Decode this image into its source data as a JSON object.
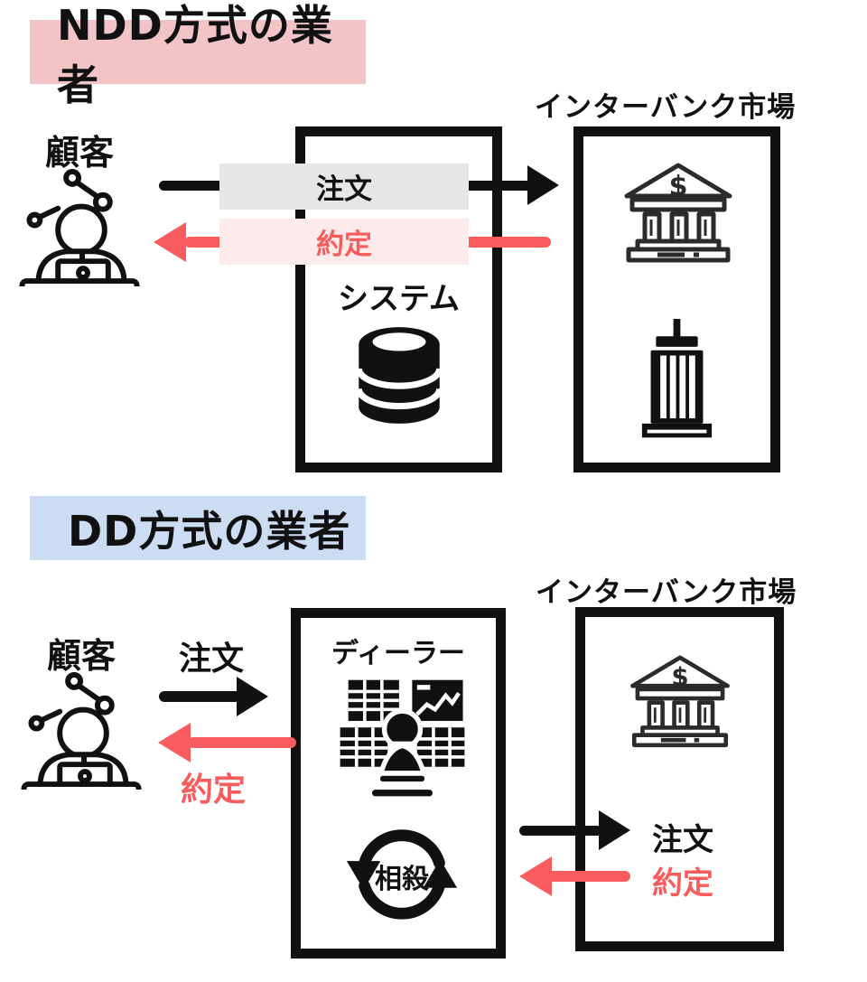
{
  "colors": {
    "ndd_title_bg": "#f2c4c7",
    "dd_title_bg": "#ccdcf2",
    "order_bar_bg": "#e6e6e6",
    "execution_bar_bg": "#fcebea",
    "arrow_red": "#f85c5c",
    "ink_black": "#111111"
  },
  "ndd": {
    "title": "NDD方式の業者",
    "customer": "顧客",
    "order": "注文",
    "execution": "約定",
    "system": "システム",
    "interbank": "インターバンク市場"
  },
  "dd": {
    "title": "DD方式の業者",
    "customer": "顧客",
    "order": "注文",
    "execution": "約定",
    "dealer": "ディーラー",
    "offset": "相殺",
    "interbank": "インターバンク市場",
    "market_order": "注文",
    "market_execution": "約定"
  },
  "icons": {
    "customer": "person-at-laptop-icon",
    "system": "database-icon",
    "bank": "bank-dollar-icon",
    "building": "office-building-icon",
    "dealer": "trader-screens-icon",
    "offset": "cycle-arrows-icon"
  }
}
